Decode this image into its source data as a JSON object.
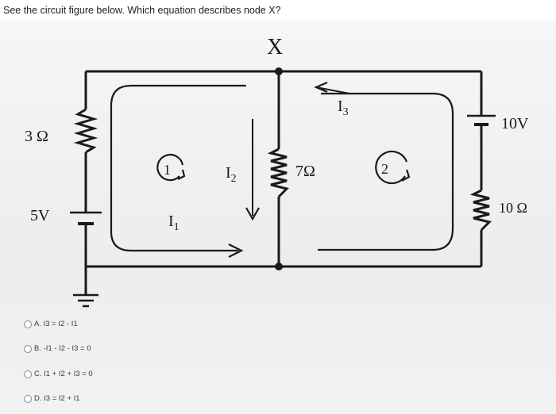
{
  "question": "See the circuit figure below. Which equation describes node X?",
  "circuit": {
    "node_label": "X",
    "r1": "3 Ω",
    "source1": "5V",
    "r2": "7Ω",
    "source2": "10V",
    "r3": "10 Ω",
    "loop1": "1",
    "loop2": "2",
    "i1": "I",
    "i1_sub": "1",
    "i2": "I",
    "i2_sub": "2",
    "i3": "I",
    "i3_sub": "3"
  },
  "options": [
    {
      "id": "A",
      "text": "A. I3 = I2 - I1"
    },
    {
      "id": "B",
      "text": "B. -I1 - I2 - I3 = 0"
    },
    {
      "id": "C",
      "text": "C. I1 + I2 + I3 = 0"
    },
    {
      "id": "D",
      "text": "D. I3 = I2 + I1"
    }
  ]
}
